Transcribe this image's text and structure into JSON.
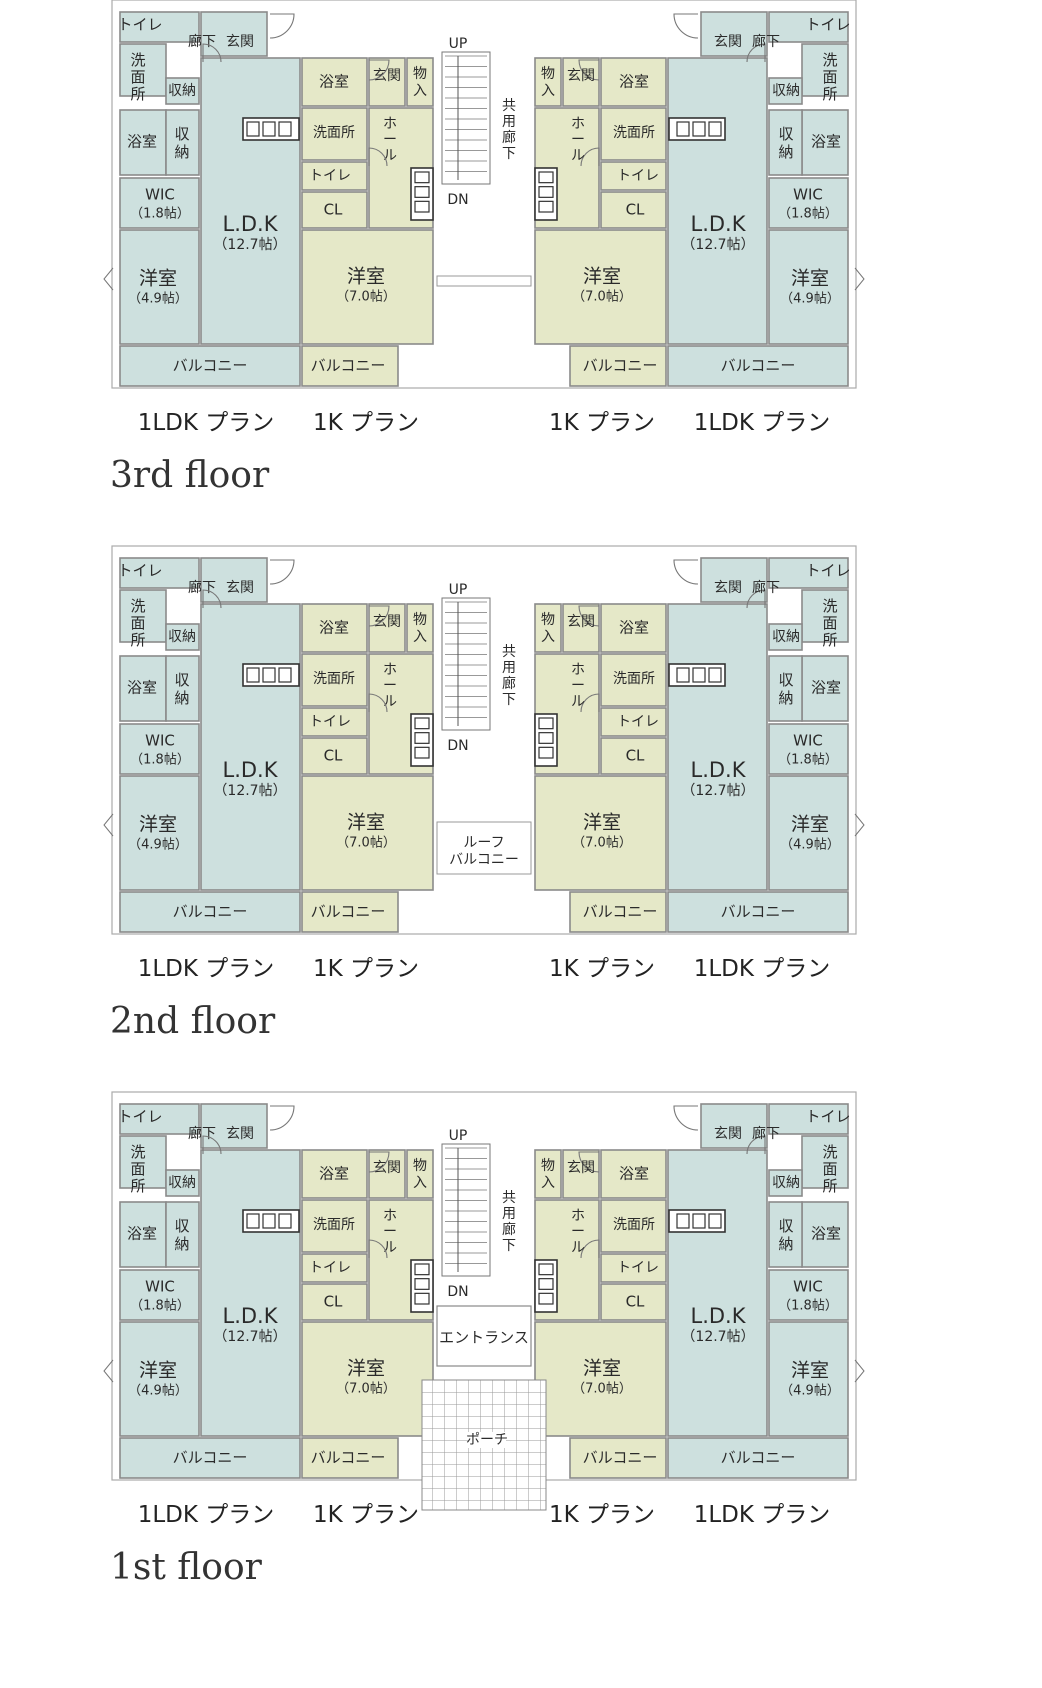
{
  "colors": {
    "ldk_unit": "#cde0de",
    "k_unit": "#e5e8c8",
    "wall": "#8a8a8a",
    "outline": "#999999",
    "text": "#2a2a2a"
  },
  "rooms": {
    "toilet": "トイレ",
    "corridor": "廊下",
    "entrance": "玄関",
    "washroom_v": "洗面所",
    "washroom": "洗面所",
    "storage": "収納",
    "bath": "浴室",
    "wic": "WIC",
    "wic_size": "（1.8帖）",
    "ldk": "L.D.K",
    "ldk_size": "（12.7帖）",
    "western": "洋室",
    "western_ldk_size": "（4.9帖）",
    "western_k_size": "（7.0帖）",
    "balcony": "バルコニー",
    "closet": "CL",
    "hall": "ホール",
    "storeroom": "物入"
  },
  "common": {
    "up": "UP",
    "dn": "DN",
    "shared_corridor": "共用廊下",
    "roof_balcony_1": "ルーフ",
    "roof_balcony_2": "バルコニー",
    "entrance_hall": "エントランス",
    "porch": "ポーチ"
  },
  "floors": [
    {
      "title": "3rd floor",
      "plan_labels": [
        "1LDK プラン",
        "1K プラン",
        "1K プラン",
        "1LDK プラン"
      ]
    },
    {
      "title": "2nd floor",
      "plan_labels": [
        "1LDK プラン",
        "1K プラン",
        "1K プラン",
        "1LDK プラン"
      ]
    },
    {
      "title": "1st floor",
      "plan_labels": [
        "1LDK プラン",
        "1K プラン",
        "1K プラン",
        "1LDK プラン"
      ]
    }
  ]
}
